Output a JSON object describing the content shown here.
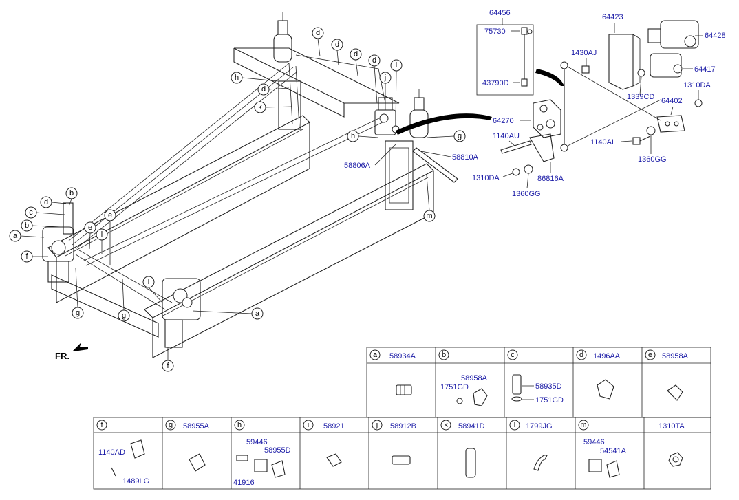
{
  "diagram": {
    "orientation_label": "FR.",
    "callouts": {
      "h1": "h",
      "d1": "d",
      "k": "k",
      "d2": "d",
      "d3": "d",
      "d4": "d",
      "d5": "d",
      "j": "j",
      "i": "i",
      "h2": "h",
      "g1": "g",
      "m": "m",
      "b1": "b",
      "d6": "d",
      "c": "c",
      "b2": "b",
      "a1": "a",
      "f1": "f",
      "e1": "e",
      "e2": "e",
      "l1": "l",
      "l2": "l",
      "g2": "g",
      "g3": "g",
      "a2": "a",
      "f2": "f"
    },
    "parts": {
      "p64456": "64456",
      "p75730": "75730",
      "p43790D": "43790D",
      "p64423": "64423",
      "p64428": "64428",
      "p1430AJ": "1430AJ",
      "p64417": "64417",
      "p1339CD": "1339CD",
      "p1310DA_r": "1310DA",
      "p64402": "64402",
      "p64270": "64270",
      "p1140AU": "1140AU",
      "p1140AL": "1140AL",
      "p1360GG_r": "1360GG",
      "p1310DA_l": "1310DA",
      "p86816A": "86816A",
      "p1360GG_l": "1360GG",
      "p58810A": "58810A",
      "p58806A": "58806A"
    }
  },
  "legend": {
    "row1": [
      {
        "letter": "a",
        "code": "58934A"
      },
      {
        "letter": "b",
        "code": "",
        "subparts": [
          "58958A",
          "1751GD"
        ]
      },
      {
        "letter": "c",
        "code": "",
        "subparts": [
          "58935D",
          "1751GD"
        ]
      },
      {
        "letter": "d",
        "code": "1496AA"
      },
      {
        "letter": "e",
        "code": "58958A"
      }
    ],
    "row2": [
      {
        "letter": "f",
        "code": "",
        "subparts": [
          "1140AD",
          "1489LG"
        ]
      },
      {
        "letter": "g",
        "code": "58955A"
      },
      {
        "letter": "h",
        "code": "",
        "subparts": [
          "59446",
          "58955D",
          "41916"
        ]
      },
      {
        "letter": "i",
        "code": "58921"
      },
      {
        "letter": "j",
        "code": "58912B"
      },
      {
        "letter": "k",
        "code": "58941D"
      },
      {
        "letter": "l",
        "code": "1799JG"
      },
      {
        "letter": "m",
        "code": "",
        "subparts": [
          "59446",
          "54541A"
        ]
      },
      {
        "letter": "",
        "code": "1310TA"
      }
    ]
  }
}
